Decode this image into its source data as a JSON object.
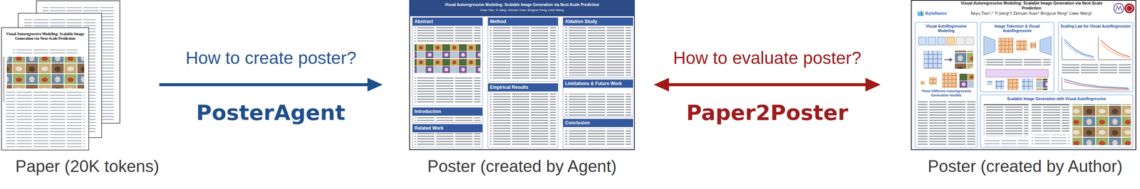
{
  "diagram": {
    "nodes": [
      {
        "text": [
          "Paper (20K tokens)"
        ]
      },
      {
        "text": [
          "Poster (created by Agent)"
        ]
      },
      {
        "text": [
          "Visual Autoregressive Modeling: Scalable Image Generation via Next-Scale Prediction",
          "Keyu Tian, Yi Jiang, Zehuan Yuan, Bingyue Peng, Liwei Wang"
        ],
        "in": 1
      },
      {
        "text": [
          "Abstract"
        ],
        "in": 1
      },
      {
        "text": [
          "Introduction"
        ],
        "in": 1
      },
      {
        "text": [
          "Related Work"
        ],
        "in": 1
      },
      {
        "text": [
          "Method"
        ],
        "in": 1
      },
      {
        "text": [
          "Empirical Results"
        ],
        "in": 1
      },
      {
        "text": [
          "Ablation Study"
        ],
        "in": 1
      },
      {
        "text": [
          "Limitations & Future Work"
        ],
        "in": 1
      },
      {
        "text": [
          "Conclusion"
        ],
        "in": 1
      },
      {
        "text": [
          "Poster (created by Author)"
        ]
      },
      {
        "text": [
          "Visual AutoRegressive Modeling"
        ],
        "in": 11
      },
      {
        "text": [
          "Image Tokenizer & Visual AutoRegressive"
        ],
        "in": 11
      },
      {
        "text": [
          "Scaling Law for Visual AutoRegressive"
        ],
        "in": 11
      },
      {
        "text": [
          "Scalable Image Generation with Visual AutoRegressive"
        ],
        "in": 11
      }
    ],
    "edges": [
      {
        "from": 0,
        "to": 1,
        "arrow": "to",
        "label": "How to create poster?"
      },
      {
        "from": 1,
        "to": 11,
        "arrow": "both",
        "label": "How to evaluate poster?"
      }
    ],
    "labels": [
      "PosterAgent",
      "Paper2Poster",
      "Visual Autoregressive Modeling: Scalable Image Generation via Next-Scale Prediction",
      "Visual Autoregressive Modeling: Scalable Image Generation via Next-Scale Prediction",
      "ByteDance",
      "Keyu Tian¹,² Yi Jiang²† Zehuan Yuan² Bingyue Peng² Liwei Wang¹",
      "Three Different Autoregressive Generative models"
    ]
  }
}
